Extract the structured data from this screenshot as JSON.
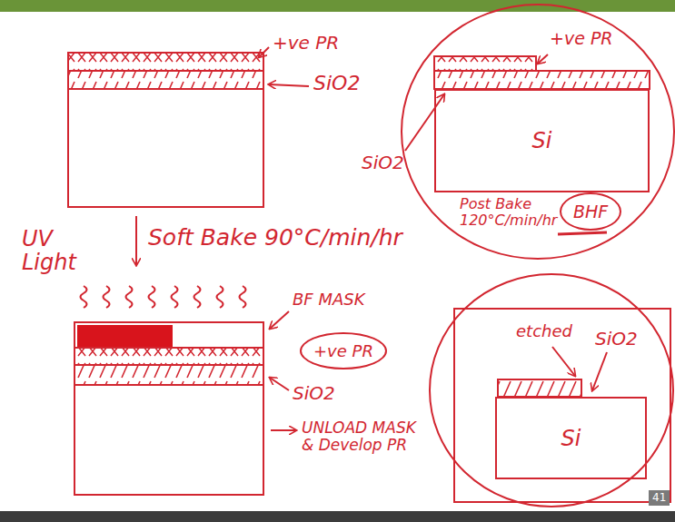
{
  "diagram": {
    "nodes": [
      {
        "text": [
          "Si"
        ]
      },
      {
        "text": [
          "BHF"
        ]
      },
      {
        "text": [
          "+ve PR"
        ]
      },
      {
        "text": [
          "Si"
        ]
      }
    ],
    "labels": [
      "+ve PR",
      "SiO2",
      "+ve PR",
      "SiO2",
      "Post Bake 120°C/min/hr",
      "Soft Bake 90°C/min/hr",
      "UV Light",
      "BF MASK",
      "SiO2",
      "UNLOAD MASK & Develop PR",
      "etched",
      "SiO2",
      "41"
    ]
  }
}
